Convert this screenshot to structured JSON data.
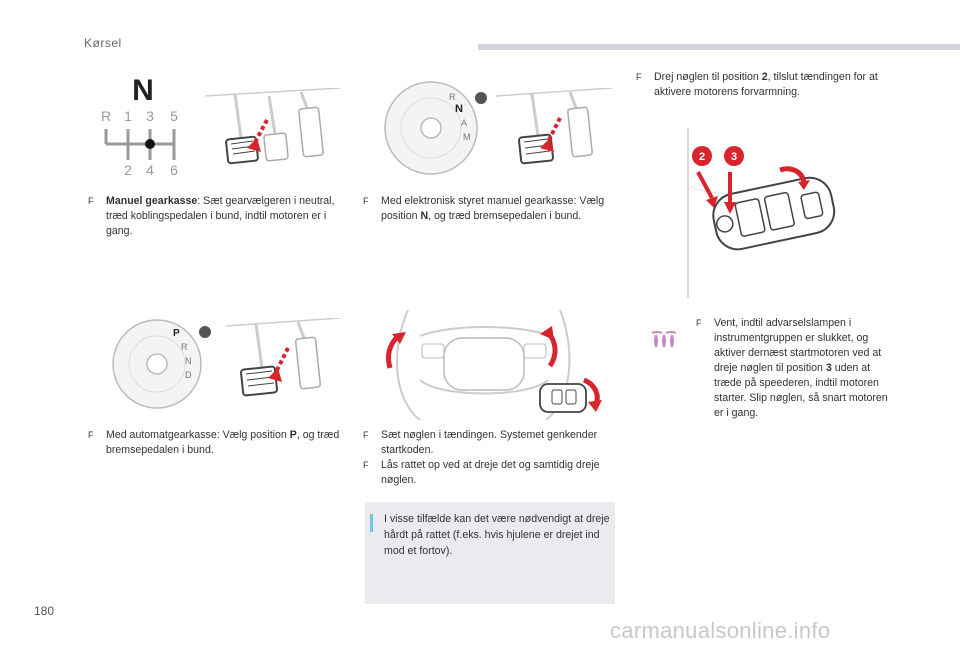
{
  "header": {
    "section_title": "Kørsel"
  },
  "page_number": "180",
  "watermark": "carmanualsonline.info",
  "gear_diagram": {
    "neutral_letter": "N",
    "top_row": [
      "R",
      "1",
      "3",
      "5"
    ],
    "bottom_row": [
      "2",
      "4",
      "6"
    ]
  },
  "dial_manual": {
    "letters": [
      "R",
      "N",
      "A",
      "M"
    ]
  },
  "dial_auto": {
    "letters": [
      "P",
      "R",
      "N",
      "D"
    ]
  },
  "key_fob": {
    "step_2": "2",
    "step_3": "3"
  },
  "paragraphs": {
    "manual": {
      "bullet": "F",
      "bold": "Manuel gearkasse",
      "text": ": Sæt gearvælgeren i neutral, træd koblingspedalen i bund, indtil motoren er i gang."
    },
    "electronic": {
      "bullet": "F",
      "text_a": "Med elektronisk styret manuel gearkasse: Vælg position ",
      "bold": "N",
      "text_b": ", og træd bremsepedalen i bund."
    },
    "automatic": {
      "bullet": "F",
      "text_a": "Med automatgearkasse: Vælg position ",
      "bold": "P",
      "text_b": ", og træd bremsepedalen i bund."
    },
    "insert_key": {
      "bullet": "F",
      "text": "Sæt nøglen i tændingen. Systemet genkender startkoden."
    },
    "unlock_wheel": {
      "bullet": "F",
      "text": "Lås rattet op ved at dreje det og samtidig dreje nøglen."
    },
    "turn_key": {
      "bullet": "F",
      "text_a": "Drej nøglen til position ",
      "bold": "2",
      "text_b": ", tilslut tændingen for at aktivere motorens forvarmning."
    },
    "wait": {
      "bullet": "F",
      "text_a": "Vent, indtil advarselslampen i instrumentgruppen er slukket, og aktiver dernæst startmotoren ved at dreje nøglen til position ",
      "bold": "3",
      "text_b": " uden at træde på speederen, indtil motoren starter. Slip nøglen, så snart motoren er i gang."
    }
  },
  "note": {
    "text": "I visse tilfælde kan det være nødvendigt at dreje hårdt på rattet (f.eks. hvis hjulene er drejet ind mod et fortov)."
  },
  "colors": {
    "accent_red": "#d8242c",
    "note_bar": "#6ec6e0",
    "header_bar": "#d6d1dc",
    "note_bg": "#ebebef",
    "warning_icon": "#c58ac0"
  }
}
